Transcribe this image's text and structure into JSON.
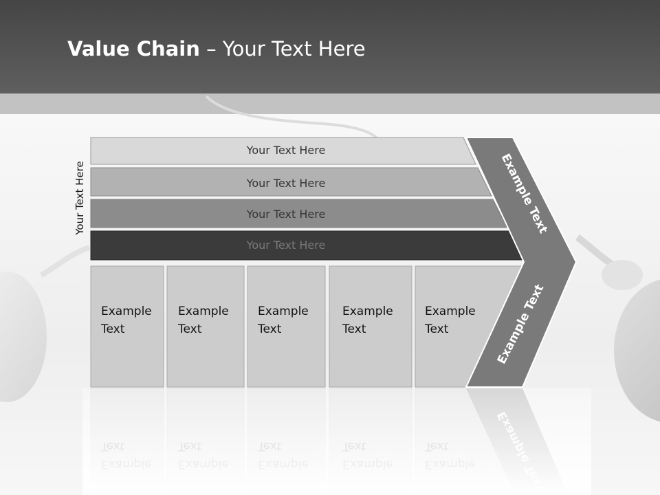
{
  "title": {
    "bold": "Value Chain",
    "rest": " – Your Text Here"
  },
  "side_label": "Your Text Here",
  "bars": [
    {
      "label": "Your Text Here",
      "fill": "#d9d9d9",
      "text_color": "#333333"
    },
    {
      "label": "Your Text Here",
      "fill": "#b2b2b2",
      "text_color": "#333333"
    },
    {
      "label": "Your Text Here",
      "fill": "#8c8c8c",
      "text_color": "#333333"
    },
    {
      "label": "Your Text Here",
      "fill": "#3b3b3b",
      "text_color": "#7a7a7a"
    }
  ],
  "boxes": [
    {
      "line1": "Example",
      "line2": "Text"
    },
    {
      "line1": "Example",
      "line2": "Text"
    },
    {
      "line1": "Example",
      "line2": "Text"
    },
    {
      "line1": "Example",
      "line2": "Text"
    },
    {
      "line1": "Example",
      "line2": "Text"
    }
  ],
  "chevron": {
    "upper_label": "Example Text",
    "lower_label": "Example Text",
    "fill": "#7a7a7a"
  },
  "colors": {
    "header": "#4f4f4f",
    "band": "#c2c2c2",
    "box_fill": "#cccccc",
    "box_stroke": "#a8a8a8"
  }
}
